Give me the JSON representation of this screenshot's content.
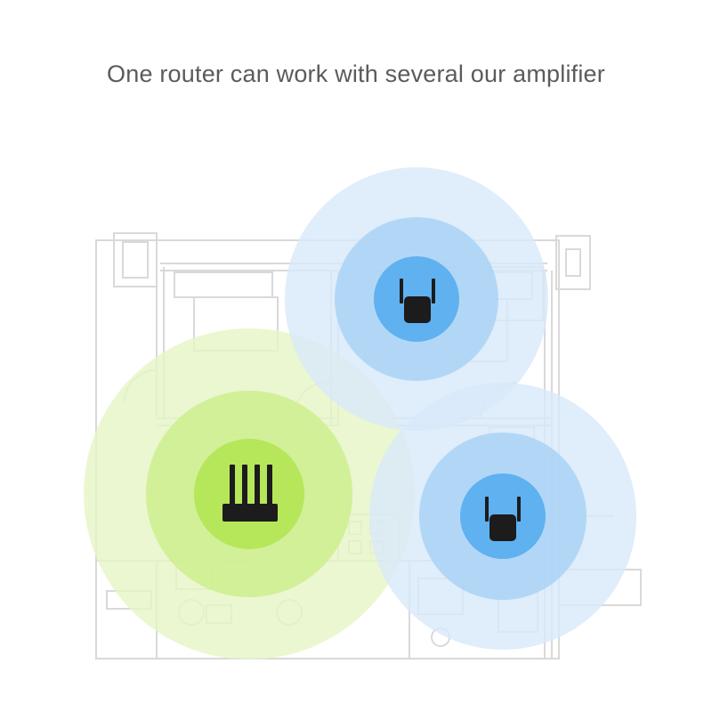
{
  "headline": "One router can work with several our amplifier",
  "colors": {
    "background": "#ffffff",
    "headline_text": "#5b5b5b",
    "floorplan_line": "#d9d9d9",
    "router_signal_outer": "#e6f5c6",
    "router_signal_mid": "#cdee8e",
    "router_signal_core": "#b6e65a",
    "amplifier_signal_outer": "#d8e9fa",
    "amplifier_signal_mid": "#a9d2f5",
    "amplifier_signal_core": "#5fb1f0",
    "device_body": "#1c1c1c"
  },
  "devices": [
    {
      "kind": "router",
      "icon": "router-icon"
    },
    {
      "kind": "amplifier",
      "icon": "wifi-amplifier-icon"
    },
    {
      "kind": "amplifier",
      "icon": "wifi-amplifier-icon"
    }
  ]
}
